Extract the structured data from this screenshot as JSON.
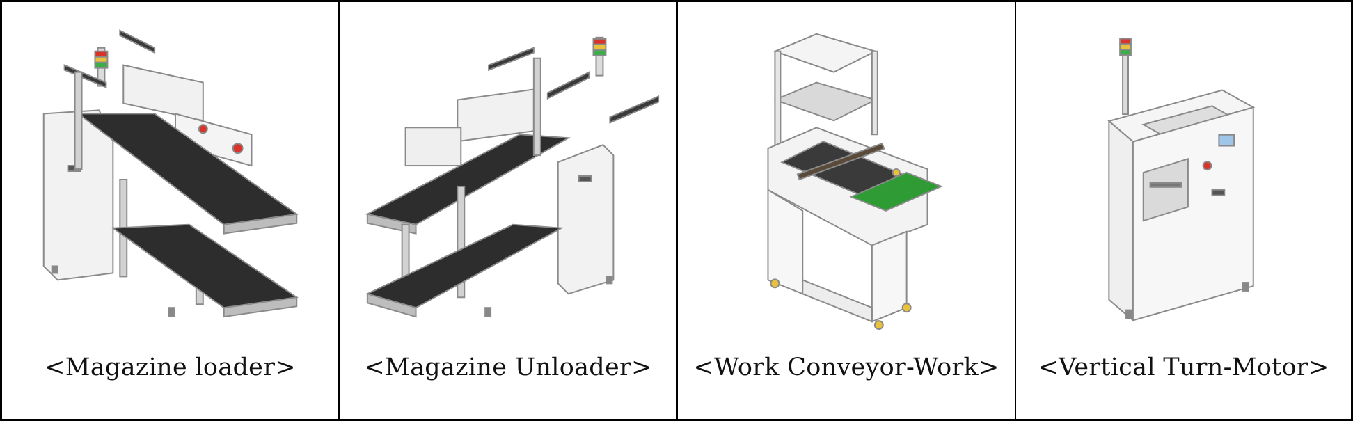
{
  "panels": [
    {
      "caption": "<Magazine loader>",
      "icon": "magazine-loader-machine"
    },
    {
      "caption": "<Magazine Unloader>",
      "icon": "magazine-unloader-machine"
    },
    {
      "caption": "<Work Conveyor-Work>",
      "icon": "work-conveyor-machine"
    },
    {
      "caption": "<Vertical Turn-Motor>",
      "icon": "vertical-turn-motor-machine"
    }
  ],
  "colors": {
    "frame": "#e9e9e9",
    "belt": "#2d2d2d",
    "outline": "#8a8a8a",
    "accent_green": "#2e9b35",
    "signal_red": "#d8342b",
    "signal_yellow": "#e9c13a",
    "signal_green": "#3cae49"
  }
}
